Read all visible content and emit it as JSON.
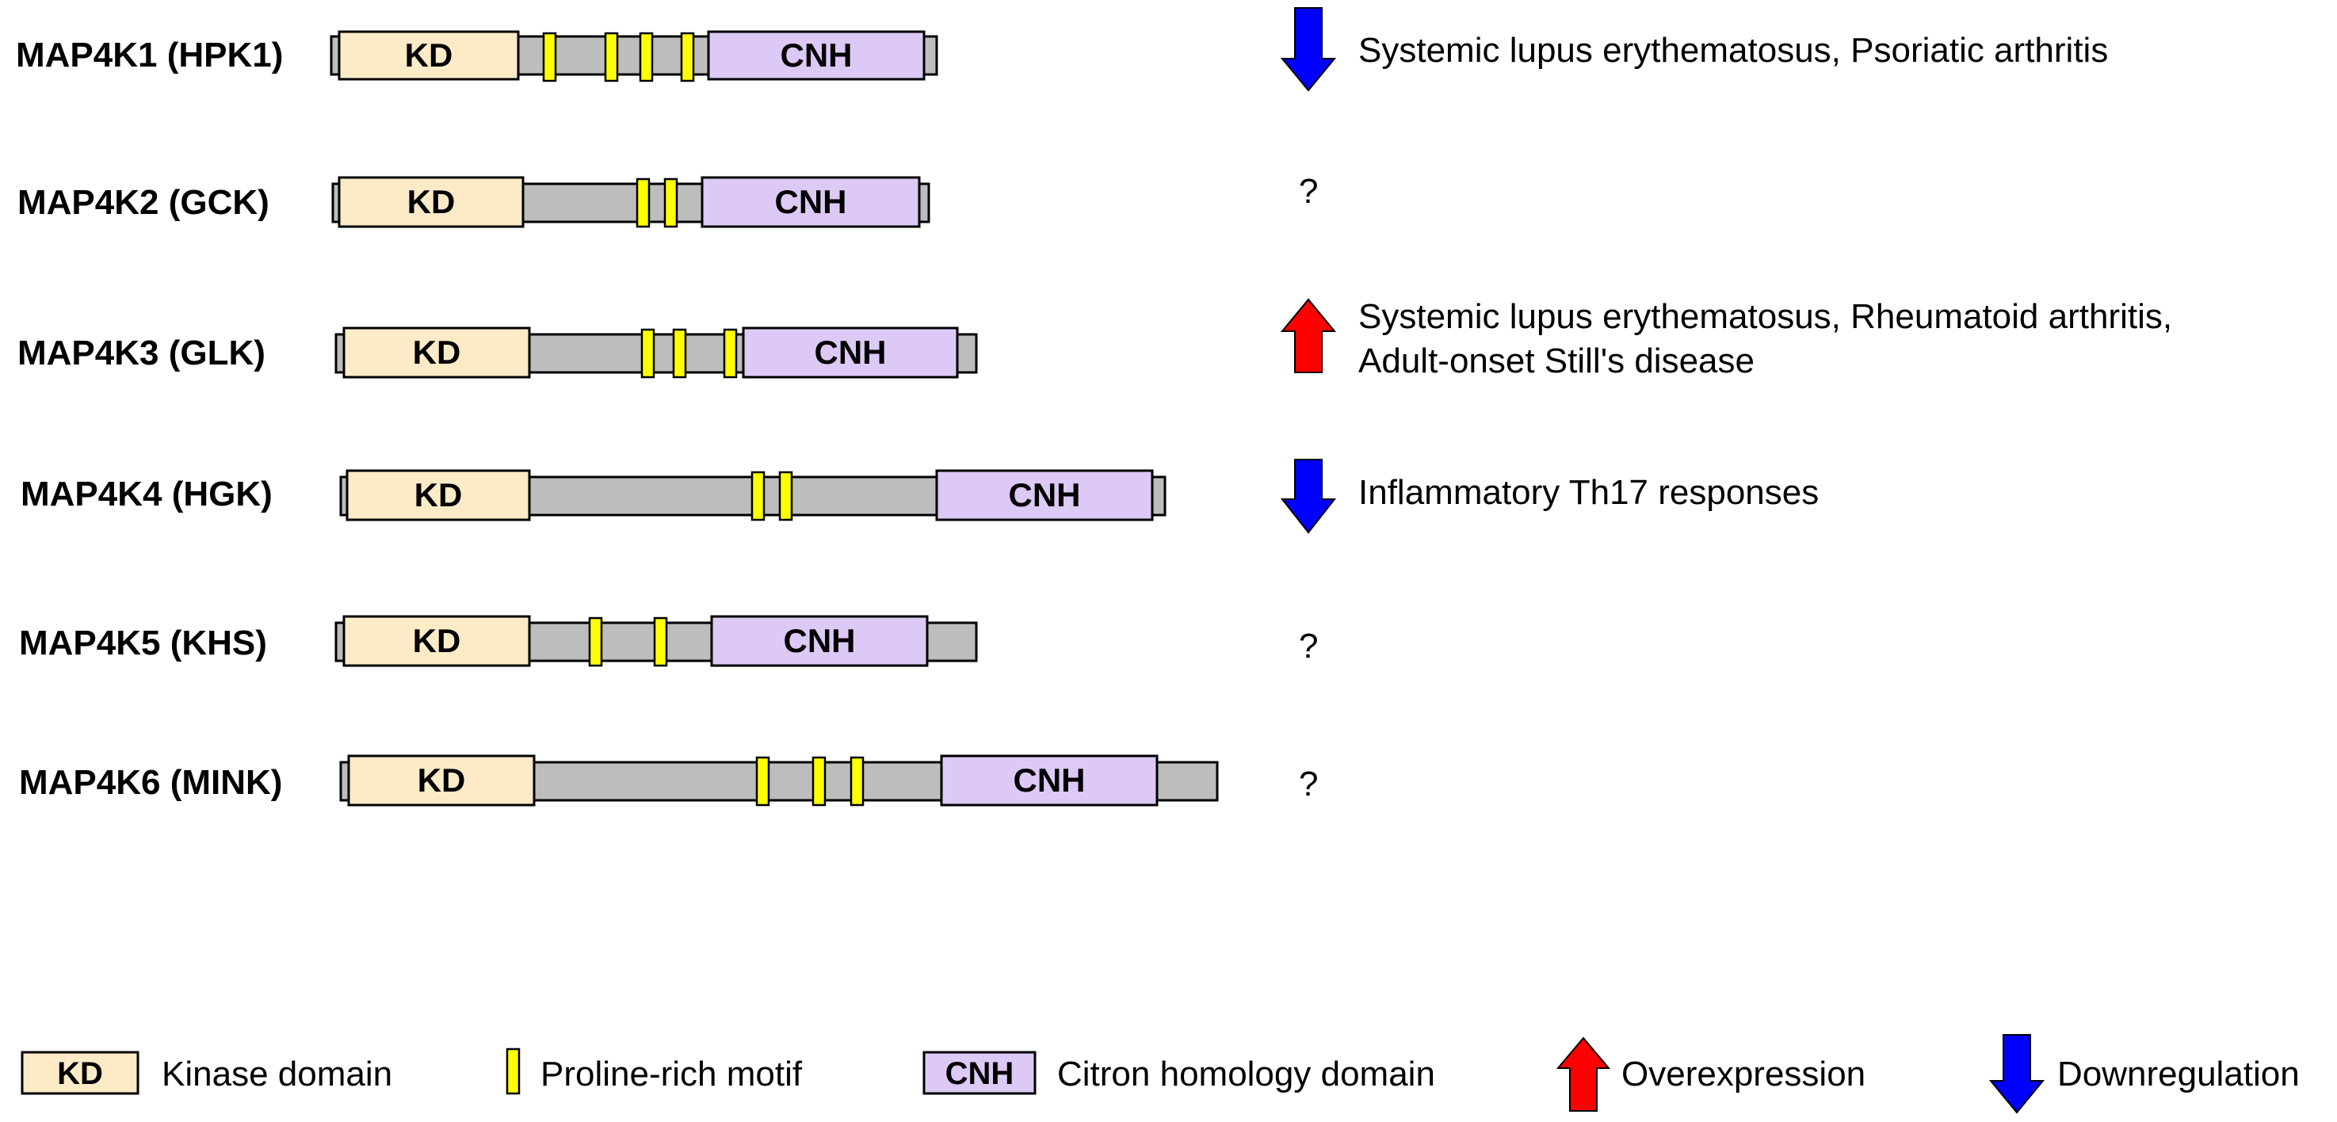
{
  "colors": {
    "kd_fill": "#FDEBC8",
    "cnh_fill": "#DCC9F5",
    "backbone_fill": "#BDBDBD",
    "motif_fill": "#FFFF00",
    "up_arrow": "#FF0000",
    "down_arrow": "#0000FF",
    "stroke": "#000000"
  },
  "proteins": [
    {
      "label": "MAP4K1 (HPK1)",
      "kd_label": "KD",
      "cnh_label": "CNH",
      "regulation": "down",
      "diseases": [
        "Systemic lupus erythematosus, Psoriatic arthritis"
      ],
      "question": ""
    },
    {
      "label": "MAP4K2 (GCK)",
      "kd_label": "KD",
      "cnh_label": "CNH",
      "regulation": "unknown",
      "diseases": [],
      "question": "?"
    },
    {
      "label": "MAP4K3 (GLK)",
      "kd_label": "KD",
      "cnh_label": "CNH",
      "regulation": "up",
      "diseases": [
        "Systemic lupus erythematosus, Rheumatoid arthritis,",
        "Adult-onset Still's disease"
      ],
      "question": ""
    },
    {
      "label": "MAP4K4 (HGK)",
      "kd_label": "KD",
      "cnh_label": "CNH",
      "regulation": "down",
      "diseases": [
        "Inflammatory Th17 responses"
      ],
      "question": ""
    },
    {
      "label": "MAP4K5 (KHS)",
      "kd_label": "KD",
      "cnh_label": "CNH",
      "regulation": "unknown",
      "diseases": [],
      "question": "?"
    },
    {
      "label": "MAP4K6 (MINK)",
      "kd_label": "KD",
      "cnh_label": "CNH",
      "regulation": "unknown",
      "diseases": [],
      "question": "?"
    }
  ],
  "legend": {
    "kd_box": "KD",
    "kd_text": "Kinase domain",
    "motif_text": "Proline-rich motif",
    "cnh_box": "CNH",
    "cnh_text": "Citron homology domain",
    "up_text": "Overexpression",
    "down_text": "Downregulation"
  }
}
